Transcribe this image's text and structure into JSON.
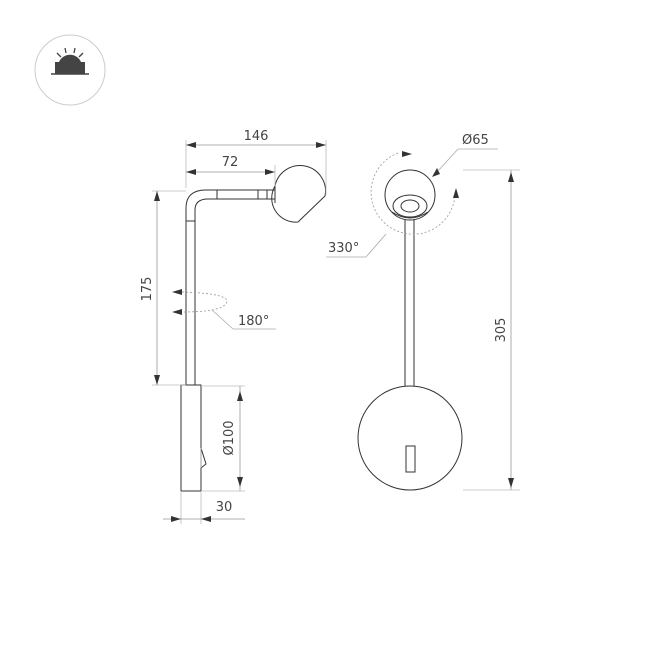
{
  "diagram": {
    "title": "Wall lamp dimension drawing",
    "badge": {
      "icon": "wall-light-mount-icon",
      "stroke_color": "#cccccc",
      "fill_color": "#444444"
    },
    "side_view": {
      "dimensions": {
        "total_reach": "146",
        "arm_reach": "72",
        "arm_height": "175",
        "rotation": "180°",
        "base_depth": "30",
        "base_diameter": "Ø100"
      }
    },
    "front_view": {
      "dimensions": {
        "head_diameter": "Ø65",
        "head_rotation": "330°",
        "total_height": "305"
      }
    },
    "colors": {
      "outline": "#333333",
      "dimension_line": "#999999",
      "text": "#444444",
      "background": "#ffffff"
    }
  }
}
